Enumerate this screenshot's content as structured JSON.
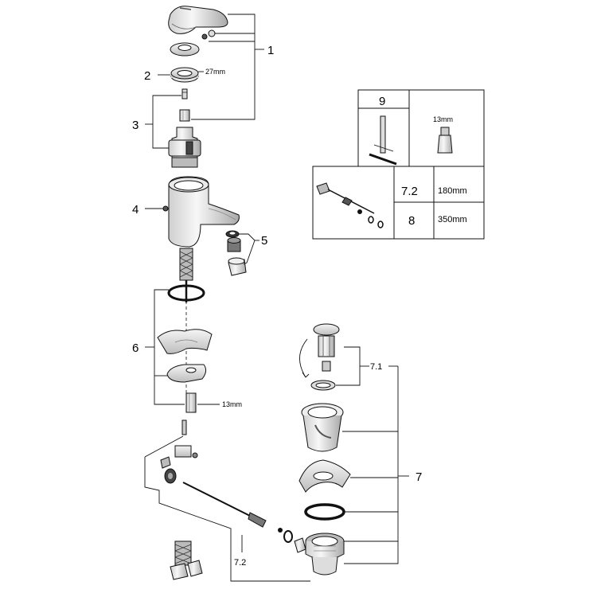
{
  "callouts": {
    "c1": "1",
    "c2": "2",
    "c3": "3",
    "c4": "4",
    "c5": "5",
    "c6": "6",
    "c7": "7",
    "c7_1": "7.1",
    "c7_2": "7.2"
  },
  "dimensions": {
    "d27": "27mm",
    "d13_nut": "13mm",
    "d13_box": "13mm"
  },
  "inset_table": {
    "tool_number": "9",
    "row_a": {
      "part": "7.2",
      "length": "180mm"
    },
    "row_b": {
      "part": "8",
      "length": "350mm"
    }
  },
  "colors": {
    "line": "#111111",
    "part_fill": "#f2f2f2",
    "part_shade": "#c8c8c8",
    "dark": "#3a3a3a"
  }
}
